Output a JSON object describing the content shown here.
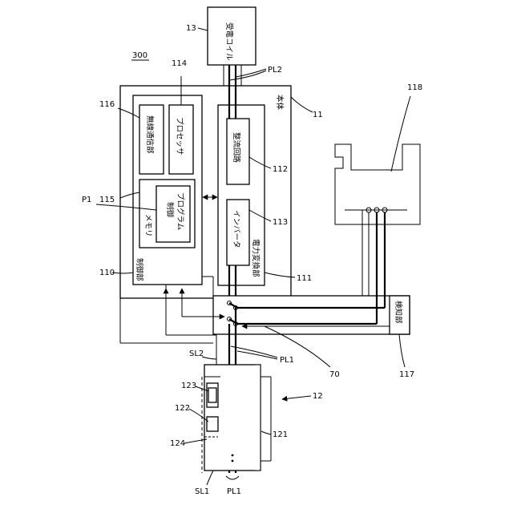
{
  "figure": {
    "device_ref": "300",
    "refs": {
      "r13": "13",
      "r114": "114",
      "r116": "116",
      "r118": "118",
      "r11": "11",
      "r115": "115",
      "p1": "P1",
      "r110": "110",
      "r112": "112",
      "r113": "113",
      "r111": "111",
      "r117": "117",
      "r70": "70",
      "sl2": "SL2",
      "pl1a": "PL1",
      "r12": "12",
      "r123": "123",
      "r122": "122",
      "r124": "124",
      "r121": "121",
      "sl1": "SL1",
      "pl1b": "PL1",
      "pl2": "PL2"
    },
    "labels": {
      "receive_coil": "受電コイル",
      "main_body": "本体",
      "wireless_comm": "無線通信部",
      "processor": "プロセッサ",
      "rectifier": "整流回路",
      "memory": "メモリ",
      "control_program_1": "制御",
      "control_program_2": "プログラム",
      "inverter": "インバータ",
      "power_converter": "電力変換部",
      "controller": "制御部",
      "detector": "検知部"
    }
  }
}
